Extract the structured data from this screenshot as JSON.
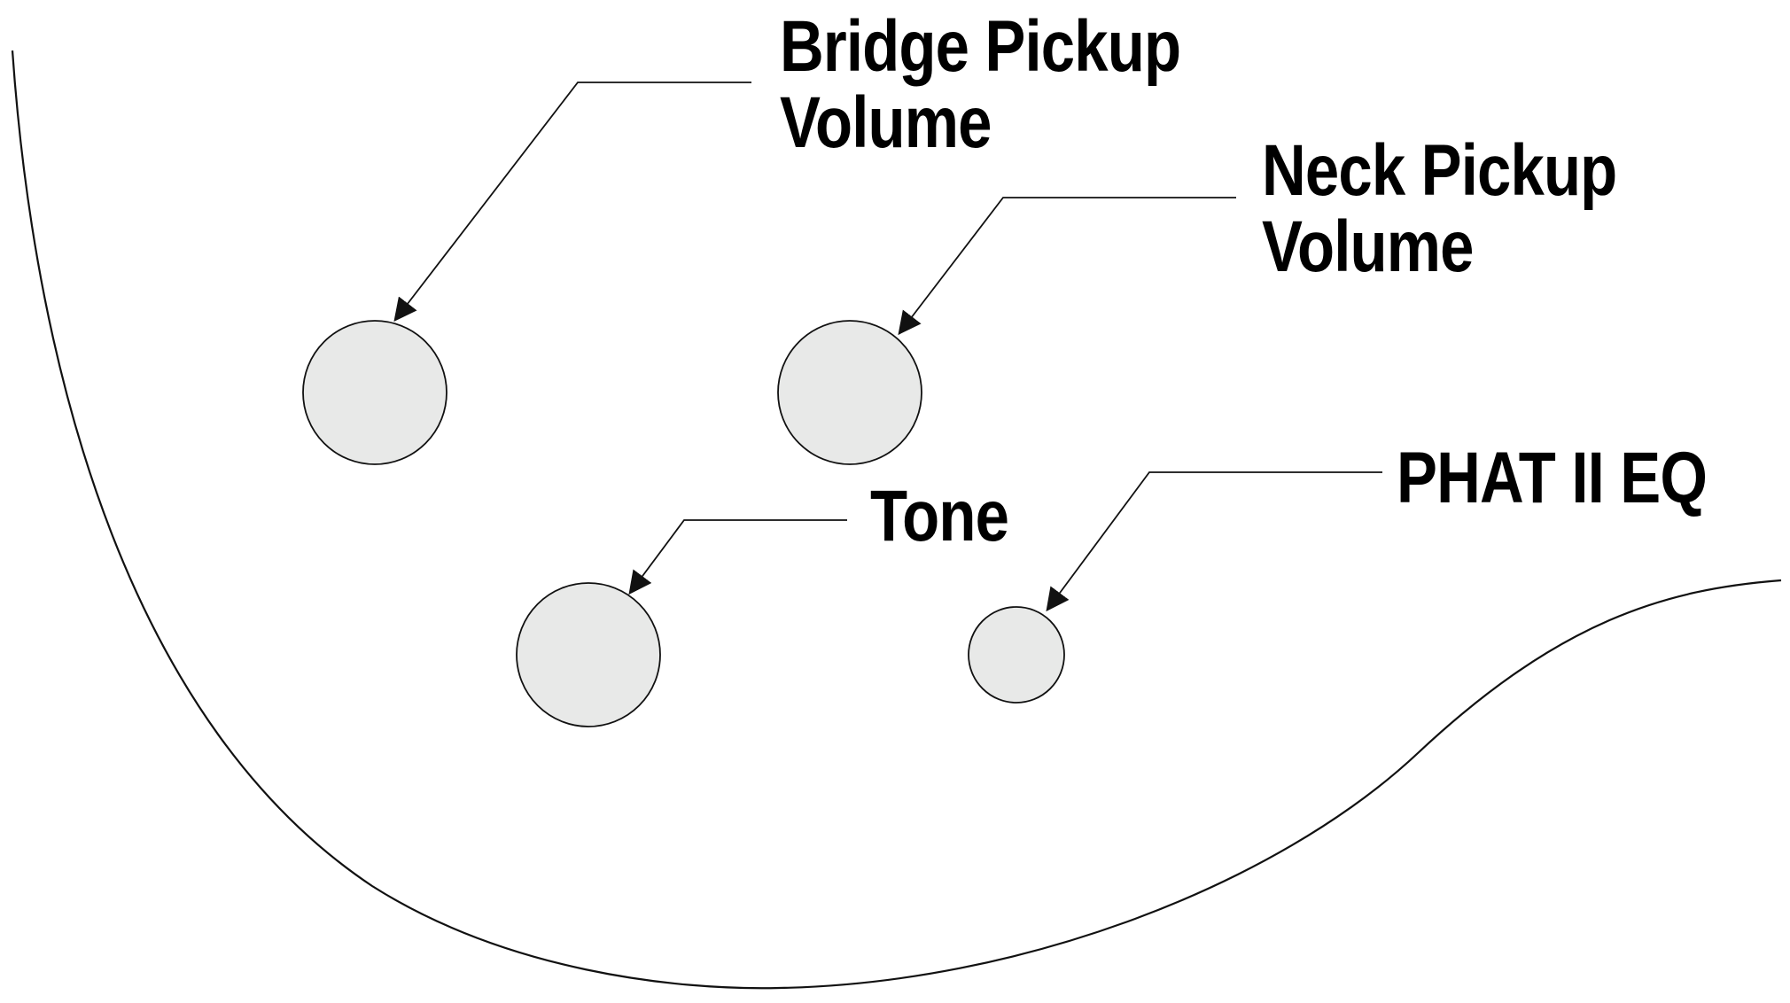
{
  "labels": {
    "bridge_pickup_volume": {
      "line1": "Bridge Pickup",
      "line2": "Volume"
    },
    "neck_pickup_volume": {
      "line1": "Neck Pickup",
      "line2": "Volume"
    },
    "tone": {
      "line1": "Tone"
    },
    "phat_ii_eq": {
      "line1": "PHAT II EQ"
    }
  },
  "colors": {
    "knob_fill": "#e8e9e8",
    "line": "#111111",
    "text": "#000000",
    "background": "#ffffff"
  }
}
